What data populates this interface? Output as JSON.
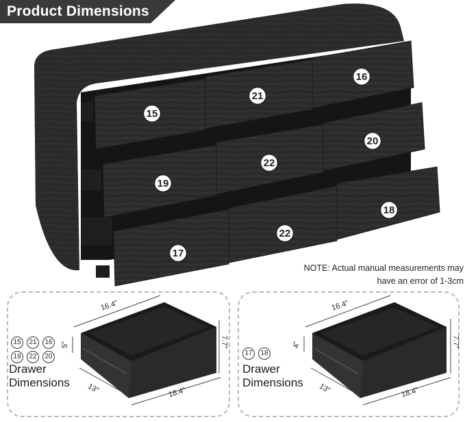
{
  "banner": {
    "title": "Product Dimensions"
  },
  "note": {
    "line1": "NOTE: Actual manual measurements may",
    "line2": "have an error of 1-3cm"
  },
  "drawer_numbers": {
    "row1": [
      "15",
      "21",
      "16"
    ],
    "row2": [
      "19",
      "22",
      "20"
    ],
    "row3": [
      "17",
      "22",
      "18"
    ]
  },
  "panels": [
    {
      "badges": [
        "15",
        "21",
        "16",
        "19",
        "22",
        "20"
      ],
      "label_line1": "Drawer",
      "label_line2": "Dimensions",
      "width_top": "16.4\"",
      "height_front": "5\"",
      "height_back": "7.7\"",
      "depth": "13\"",
      "width_bottom": "18.4\""
    },
    {
      "badges": [
        "17",
        "18"
      ],
      "label_line1": "Drawer",
      "label_line2": "Dimensions",
      "width_top": "16.4\"",
      "height_front": "4\"",
      "height_back": "7.7\"",
      "depth": "13\"",
      "width_bottom": "18.4\""
    }
  ],
  "colors": {
    "wood": "#2b2b2b",
    "wood_light": "#3c3c3c",
    "banner": "#3a3a3a",
    "dash": "#b8b8b8"
  }
}
